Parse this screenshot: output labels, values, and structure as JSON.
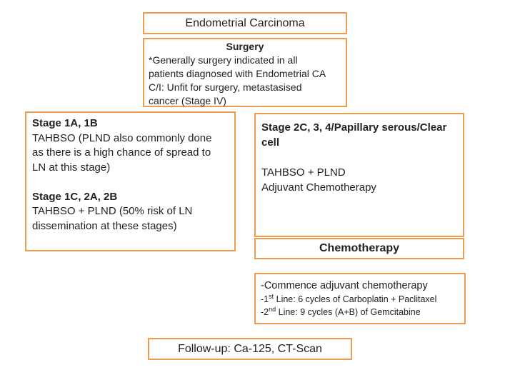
{
  "colors": {
    "border": "#EC9B53",
    "text": "#222222",
    "background": "#FFFFFF"
  },
  "boxes": {
    "title": {
      "text": "Endometrial Carcinoma"
    },
    "surgery": {
      "heading": "Surgery",
      "lines": [
        "*Generally surgery indicated in all",
        "patients diagnosed with Endometrial CA",
        "C/I: Unfit for surgery, metastasised",
        "cancer (Stage IV)"
      ]
    },
    "early_stage": {
      "heading1": "Stage 1A, 1B",
      "lines1": [
        "TAHBSO (PLND also commonly done",
        "as there is a high chance of spread to",
        "LN at this stage)"
      ],
      "heading2": "Stage 1C, 2A, 2B",
      "lines2": [
        "TAHBSO + PLND (50% risk of LN",
        "dissemination at these stages)"
      ]
    },
    "advanced_stage": {
      "heading_lines": [
        "Stage 2C, 3, 4/Papillary serous/Clear",
        "cell"
      ],
      "lines": [
        "TAHBSO + PLND",
        "Adjuvant Chemotherapy"
      ]
    },
    "chemotherapy_header": {
      "text": "Chemotherapy"
    },
    "chemotherapy_details": {
      "line1": "-Commence adjuvant chemotherapy",
      "line2": {
        "pre": "-1",
        "sup": "st",
        "post": " Line: 6 cycles of Carboplatin + Paclitaxel"
      },
      "line3": {
        "pre": "-2",
        "sup": "nd",
        "post": " Line: 9 cycles (A+B) of Gemcitabine"
      }
    },
    "followup": {
      "text": "Follow-up: Ca-125, CT-Scan"
    }
  }
}
